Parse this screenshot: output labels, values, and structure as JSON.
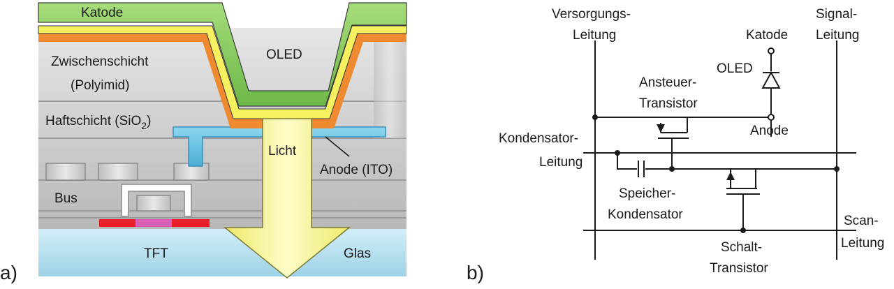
{
  "panel_a": {
    "label": "a)",
    "katode": "Katode",
    "oled": "OLED",
    "zwischenschicht": "Zwischenschicht",
    "polyimid": "(Polyimid)",
    "haftschicht_prefix": "Haftschicht (SiO",
    "haftschicht_sub": "2",
    "haftschicht_suffix": ")",
    "licht": "Licht",
    "anode": "Anode (ITO)",
    "bus": "Bus",
    "tft": "TFT",
    "glas": "Glas"
  },
  "panel_b": {
    "label": "b)",
    "versorgung_1": "Versorgungs-",
    "versorgung_2": "Leitung",
    "signal_1": "Signal-",
    "signal_2": "Leitung",
    "katode": "Katode",
    "oled": "OLED",
    "ansteuer_1": "Ansteuer-",
    "ansteuer_2": "Transistor",
    "anode": "Anode",
    "kondensator_1": "Kondensator-",
    "kondensator_2": "Leitung",
    "speicher_1": "Speicher-",
    "speicher_2": "Kondensator",
    "scan_1": "Scan-",
    "scan_2": "Leitung",
    "schalt_1": "Schalt-",
    "schalt_2": "Transistor"
  },
  "colors": {
    "cathode_green": "#8ccc60",
    "yellow_layer": "#f4f060",
    "orange_layer": "#f08a30",
    "gray_layer": "#c8c8c8",
    "anode_blue": "#6cc4e4",
    "glass": "#c4e6f2",
    "tft_red": "#e8202a",
    "tft_magenta": "#d860b8",
    "light_arrow": "#f4f080"
  }
}
